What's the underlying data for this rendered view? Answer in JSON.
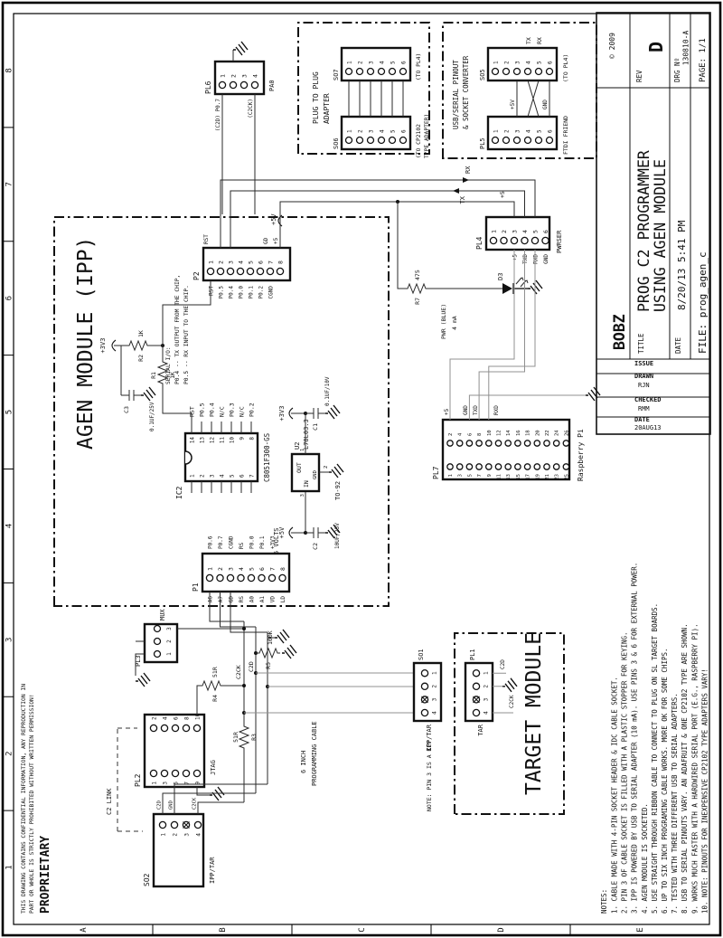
{
  "frame": {
    "numbers": [
      "1",
      "2",
      "3",
      "4",
      "5",
      "6",
      "7",
      "8"
    ],
    "letters": [
      "A",
      "B",
      "C",
      "D",
      "E"
    ],
    "proprietary": "PROPRIETARY",
    "legal1": "THIS DRAWING CONTAINS CONFIDENTIAL INFORMATION, ANY REPRODUCTION IN",
    "legal2": "PART OR WHOLE IS STRICTLY PROHIBITED WITHOUT WRITTEN PERMISSION!"
  },
  "titleblock": {
    "company": "BOBZ",
    "copyright": "© 2009",
    "issue_label": "ISSUE",
    "drawn_label": "DRAWN",
    "drawn": "RJN",
    "checked_label": "CHECKED",
    "checked": "RMM",
    "date_small_label": "DATE",
    "date_small": "20AUG13",
    "title_label": "TITLE",
    "title1": "PROG C2 PROGRAMMER",
    "title2": "USING AGEN MODULE",
    "rev_label": "REV",
    "rev": "D",
    "drg_label": "DRG Nº",
    "drg_no": "130810-A",
    "page": "PAGE: 1/1",
    "date_label": "DATE",
    "date": "8/20/13 5:41 PM",
    "file": "FILE: prog_agen_c"
  },
  "notes": {
    "header": "NOTES:",
    "items": [
      "1. CABLE MADE WITH 4-PIN SOCKET HEADER & IDC CABLE SOCKET.",
      "2. PIN 3 OF CABLE SOCKET IS FILLED WITH A PLASTIC STOPPER FOR KEYING.",
      "3. IPP IS POWERED BY USB TO SERIAL ADAPTER (10 mA).  USE PINS 3 & 6 FOR EXTERNAL POWER.",
      "4. AGEN MODULE IS SOCKETED.",
      "5. USE STRAIGHT THROUGH RIBBON CABLE TO CONNECT TO PLUG ON SL TARGET BOARDS.",
      "6. UP TO SIX INCH PROGRAMING CABLE  WORKS.  MORE OK FOR SOME CHIPS.",
      "7. TESTED WITH THREE DIFFERENT USB TO SERIAL ADAPTERS.",
      "8. USB TO SERIAL PINOUTS VARY.  AN ADAFRUIT & ONE CP2102 TYPE ARE SHOWN.",
      "9. WORKS MUCH FASTER WITH A HARDWIRED SERIAL PORT (E.G., RASPBERRY PI).",
      "10. NOTE: PINOUTS FOR INEXPENSIVE CP2102 TYPE ADAPTERS VARY!"
    ]
  },
  "module": {
    "title": "AGEN MODULE (IPP)",
    "serial_note": [
      "SERIAL I/O:",
      "P0.4 -- TX OUTPUT FROM THE CHIP,",
      "P0.5 -- RX INPUT TO THE CHIP."
    ],
    "ic2": {
      "ref": "IC2",
      "part": "C8051F300-GS",
      "left_pins": [
        {
          "n": "1"
        },
        {
          "n": "2"
        },
        {
          "n": "3"
        },
        {
          "n": "4"
        },
        {
          "n": "5"
        },
        {
          "n": "6"
        },
        {
          "n": "7"
        }
      ],
      "right_pins": [
        {
          "n": "14",
          "net": "RST"
        },
        {
          "n": "13",
          "net": "P0.5"
        },
        {
          "n": "12",
          "net": "P0.4"
        },
        {
          "n": "11",
          "net": "N/C"
        },
        {
          "n": "10",
          "net": "P0.3"
        },
        {
          "n": "9",
          "net": "N/C"
        },
        {
          "n": "8",
          "net": "P0.2"
        }
      ]
    },
    "p1": {
      "ref": "P1",
      "pins": [
        {
          "n": "1",
          "inner": "P0.6",
          "outer": "A6"
        },
        {
          "n": "2",
          "inner": "P0.7",
          "outer": "A7"
        },
        {
          "n": "3",
          "inner": "CGND",
          "outer": "GD"
        },
        {
          "n": "4",
          "inner": "RS",
          "outer": "RS"
        },
        {
          "n": "5",
          "inner": "P0.0",
          "outer": "A0"
        },
        {
          "n": "6",
          "inner": "P0.1",
          "outer": "A1"
        },
        {
          "n": "7",
          "inner": "+3V3",
          "outer": "VD"
        },
        {
          "n": "8",
          "inner": "",
          "outer": "LD"
        }
      ]
    },
    "p2": {
      "ref": "P2",
      "pins": [
        {
          "n": "1",
          "net": "RST",
          "tag": "RST"
        },
        {
          "n": "2",
          "net": "P0.5",
          "tag": ""
        },
        {
          "n": "3",
          "net": "P0.4",
          "tag": ""
        },
        {
          "n": "4",
          "net": "P0.0",
          "tag": ""
        },
        {
          "n": "5",
          "net": "P0.1",
          "tag": ""
        },
        {
          "n": "6",
          "net": "P0.2",
          "tag": ""
        },
        {
          "n": "7",
          "net": "CGND",
          "tag": "GD"
        },
        {
          "n": "8",
          "net": "",
          "tag": "+5"
        }
      ],
      "rail": "+5V"
    },
    "u2": {
      "ref": "U2",
      "part": "L78L03.3",
      "pkg": "TO-92",
      "in": "IN",
      "out": "OUT",
      "gnd": "GND",
      "pin_in": "3",
      "pin_out": "1",
      "pin_gnd": "2"
    },
    "r1": {
      "ref": "R1",
      "val": "1K"
    },
    "r2": {
      "ref": "R2",
      "val": "1K"
    },
    "c1": {
      "ref": "C1",
      "val": "0.1UF/10V"
    },
    "c2": {
      "ref": "C2",
      "val": "10UF/25V"
    },
    "c3": {
      "ref": "C3",
      "val": "0.1UF/25V"
    },
    "rail_3v3": "+3V3",
    "rail_5v": "+5V",
    "five_volts": "5 VOLTS"
  },
  "right": {
    "pl6": {
      "ref": "PL6",
      "sub": "PA0",
      "pins": [
        {
          "n": "1"
        },
        {
          "n": "2"
        },
        {
          "n": "3"
        },
        {
          "n": "4"
        }
      ],
      "net1": "(C2D) P0.7",
      "net4": "(C2CK)"
    },
    "adapter1": {
      "title1": "PLUG TO PLUG",
      "title2": "ADAPTER",
      "so6": {
        "ref": "SO6",
        "note1": "(TO CP2102",
        "note2": "TYPE ADAPTER)",
        "pins": [
          {
            "n": "1"
          },
          {
            "n": "2"
          },
          {
            "n": "3"
          },
          {
            "n": "4"
          },
          {
            "n": "5"
          },
          {
            "n": "6"
          }
        ]
      },
      "so7": {
        "ref": "SO7",
        "note": "(TO PL4)",
        "pins": [
          {
            "n": "1"
          },
          {
            "n": "2"
          },
          {
            "n": "3"
          },
          {
            "n": "4"
          },
          {
            "n": "5"
          },
          {
            "n": "6"
          }
        ]
      }
    },
    "adapter2": {
      "title1": "USB/SERIAL PINOUT",
      "title2": "& SOCKET CONVERTER",
      "pl5": {
        "ref": "PL5",
        "note": "FTDI FRIEND",
        "pins": [
          {
            "n": "1"
          },
          {
            "n": "2"
          },
          {
            "n": "3"
          },
          {
            "n": "4"
          },
          {
            "n": "5"
          },
          {
            "n": "6"
          }
        ]
      },
      "so5": {
        "ref": "SO5",
        "note": "(TO PL4)",
        "tx": "TX",
        "rx": "RX",
        "pins": [
          {
            "n": "1"
          },
          {
            "n": "2"
          },
          {
            "n": "3"
          },
          {
            "n": "4"
          },
          {
            "n": "5"
          },
          {
            "n": "6"
          }
        ]
      },
      "net5": "+5V",
      "netg": "GND"
    }
  },
  "mid": {
    "pl4": {
      "ref": "PL4",
      "sub": "PWRSER",
      "pins": [
        {
          "n": "1",
          "net": ""
        },
        {
          "n": "2",
          "net": ""
        },
        {
          "n": "3",
          "net": "+5"
        },
        {
          "n": "4",
          "net": "TXD"
        },
        {
          "n": "5",
          "net": "RXD"
        },
        {
          "n": "6",
          "net": "GND"
        }
      ]
    },
    "plus5": "+5",
    "tx": "TX",
    "rx": "RX",
    "rail_5v": "+5V",
    "led": {
      "ref": "D3",
      "l1": "PWR (BLUE)",
      "l2": "4 mA"
    },
    "r7": {
      "ref": "R7",
      "val": "475"
    },
    "pl7": {
      "ref": "PL7",
      "sub": "Raspberry Pi",
      "rows": [
        {
          "o": "1",
          "e": "2"
        },
        {
          "o": "3",
          "e": "4"
        },
        {
          "o": "5",
          "e": "6"
        },
        {
          "o": "7",
          "e": "8"
        },
        {
          "o": "9",
          "e": "10"
        },
        {
          "o": "11",
          "e": "12"
        },
        {
          "o": "13",
          "e": "14"
        },
        {
          "o": "15",
          "e": "16"
        },
        {
          "o": "17",
          "e": "18"
        },
        {
          "o": "19",
          "e": "20"
        },
        {
          "o": "21",
          "e": "22"
        },
        {
          "o": "23",
          "e": "24"
        },
        {
          "o": "25",
          "e": "26"
        }
      ],
      "lab2": "+5",
      "lab6": "GND",
      "lab8": "TXD",
      "lab10": "RXD"
    }
  },
  "bottom": {
    "pl3": {
      "ref": "PL3",
      "sub": "MUX",
      "pins": [
        "1",
        "2",
        "3"
      ]
    },
    "r3": {
      "ref": "R3",
      "val": "51R"
    },
    "r4": {
      "ref": "R4",
      "val": "51R"
    },
    "r5": {
      "ref": "R5",
      "val": "100K"
    },
    "c2ck": "C2CK",
    "c2d": "C2D",
    "c2link": "C2 LINK",
    "pl2": {
      "ref": "PL2",
      "sub": "JTAG",
      "rows": [
        {
          "o": "1",
          "e": "2"
        },
        {
          "o": "3",
          "e": "4"
        },
        {
          "o": "5",
          "e": "6"
        },
        {
          "o": "7",
          "e": "8"
        },
        {
          "o": "9",
          "e": "10"
        }
      ]
    },
    "so2": {
      "ref": "SO2",
      "sub": "IPP/TAR",
      "pins": [
        {
          "n": "1",
          "net": "C2D"
        },
        {
          "n": "2",
          "net": "GND"
        },
        {
          "n": "3",
          "net": ""
        },
        {
          "n": "4",
          "net": "C2CK"
        }
      ]
    },
    "cable1": "6 INCH",
    "cable2": "PROGRAMMING CABLE",
    "target": {
      "title": "TARGET MODULE",
      "note": "NOTE: PIN 3 IS A KEY",
      "so1": {
        "ref": "SO1",
        "sub": "IPP/TAR",
        "pins": [
          "4",
          "3",
          "2",
          "1"
        ]
      },
      "pl1": {
        "ref": "PL1",
        "sub": "TAR",
        "pins": [
          "4",
          "3",
          "2",
          "1"
        ],
        "net1": "C2D",
        "net4": "C2CK"
      }
    }
  }
}
